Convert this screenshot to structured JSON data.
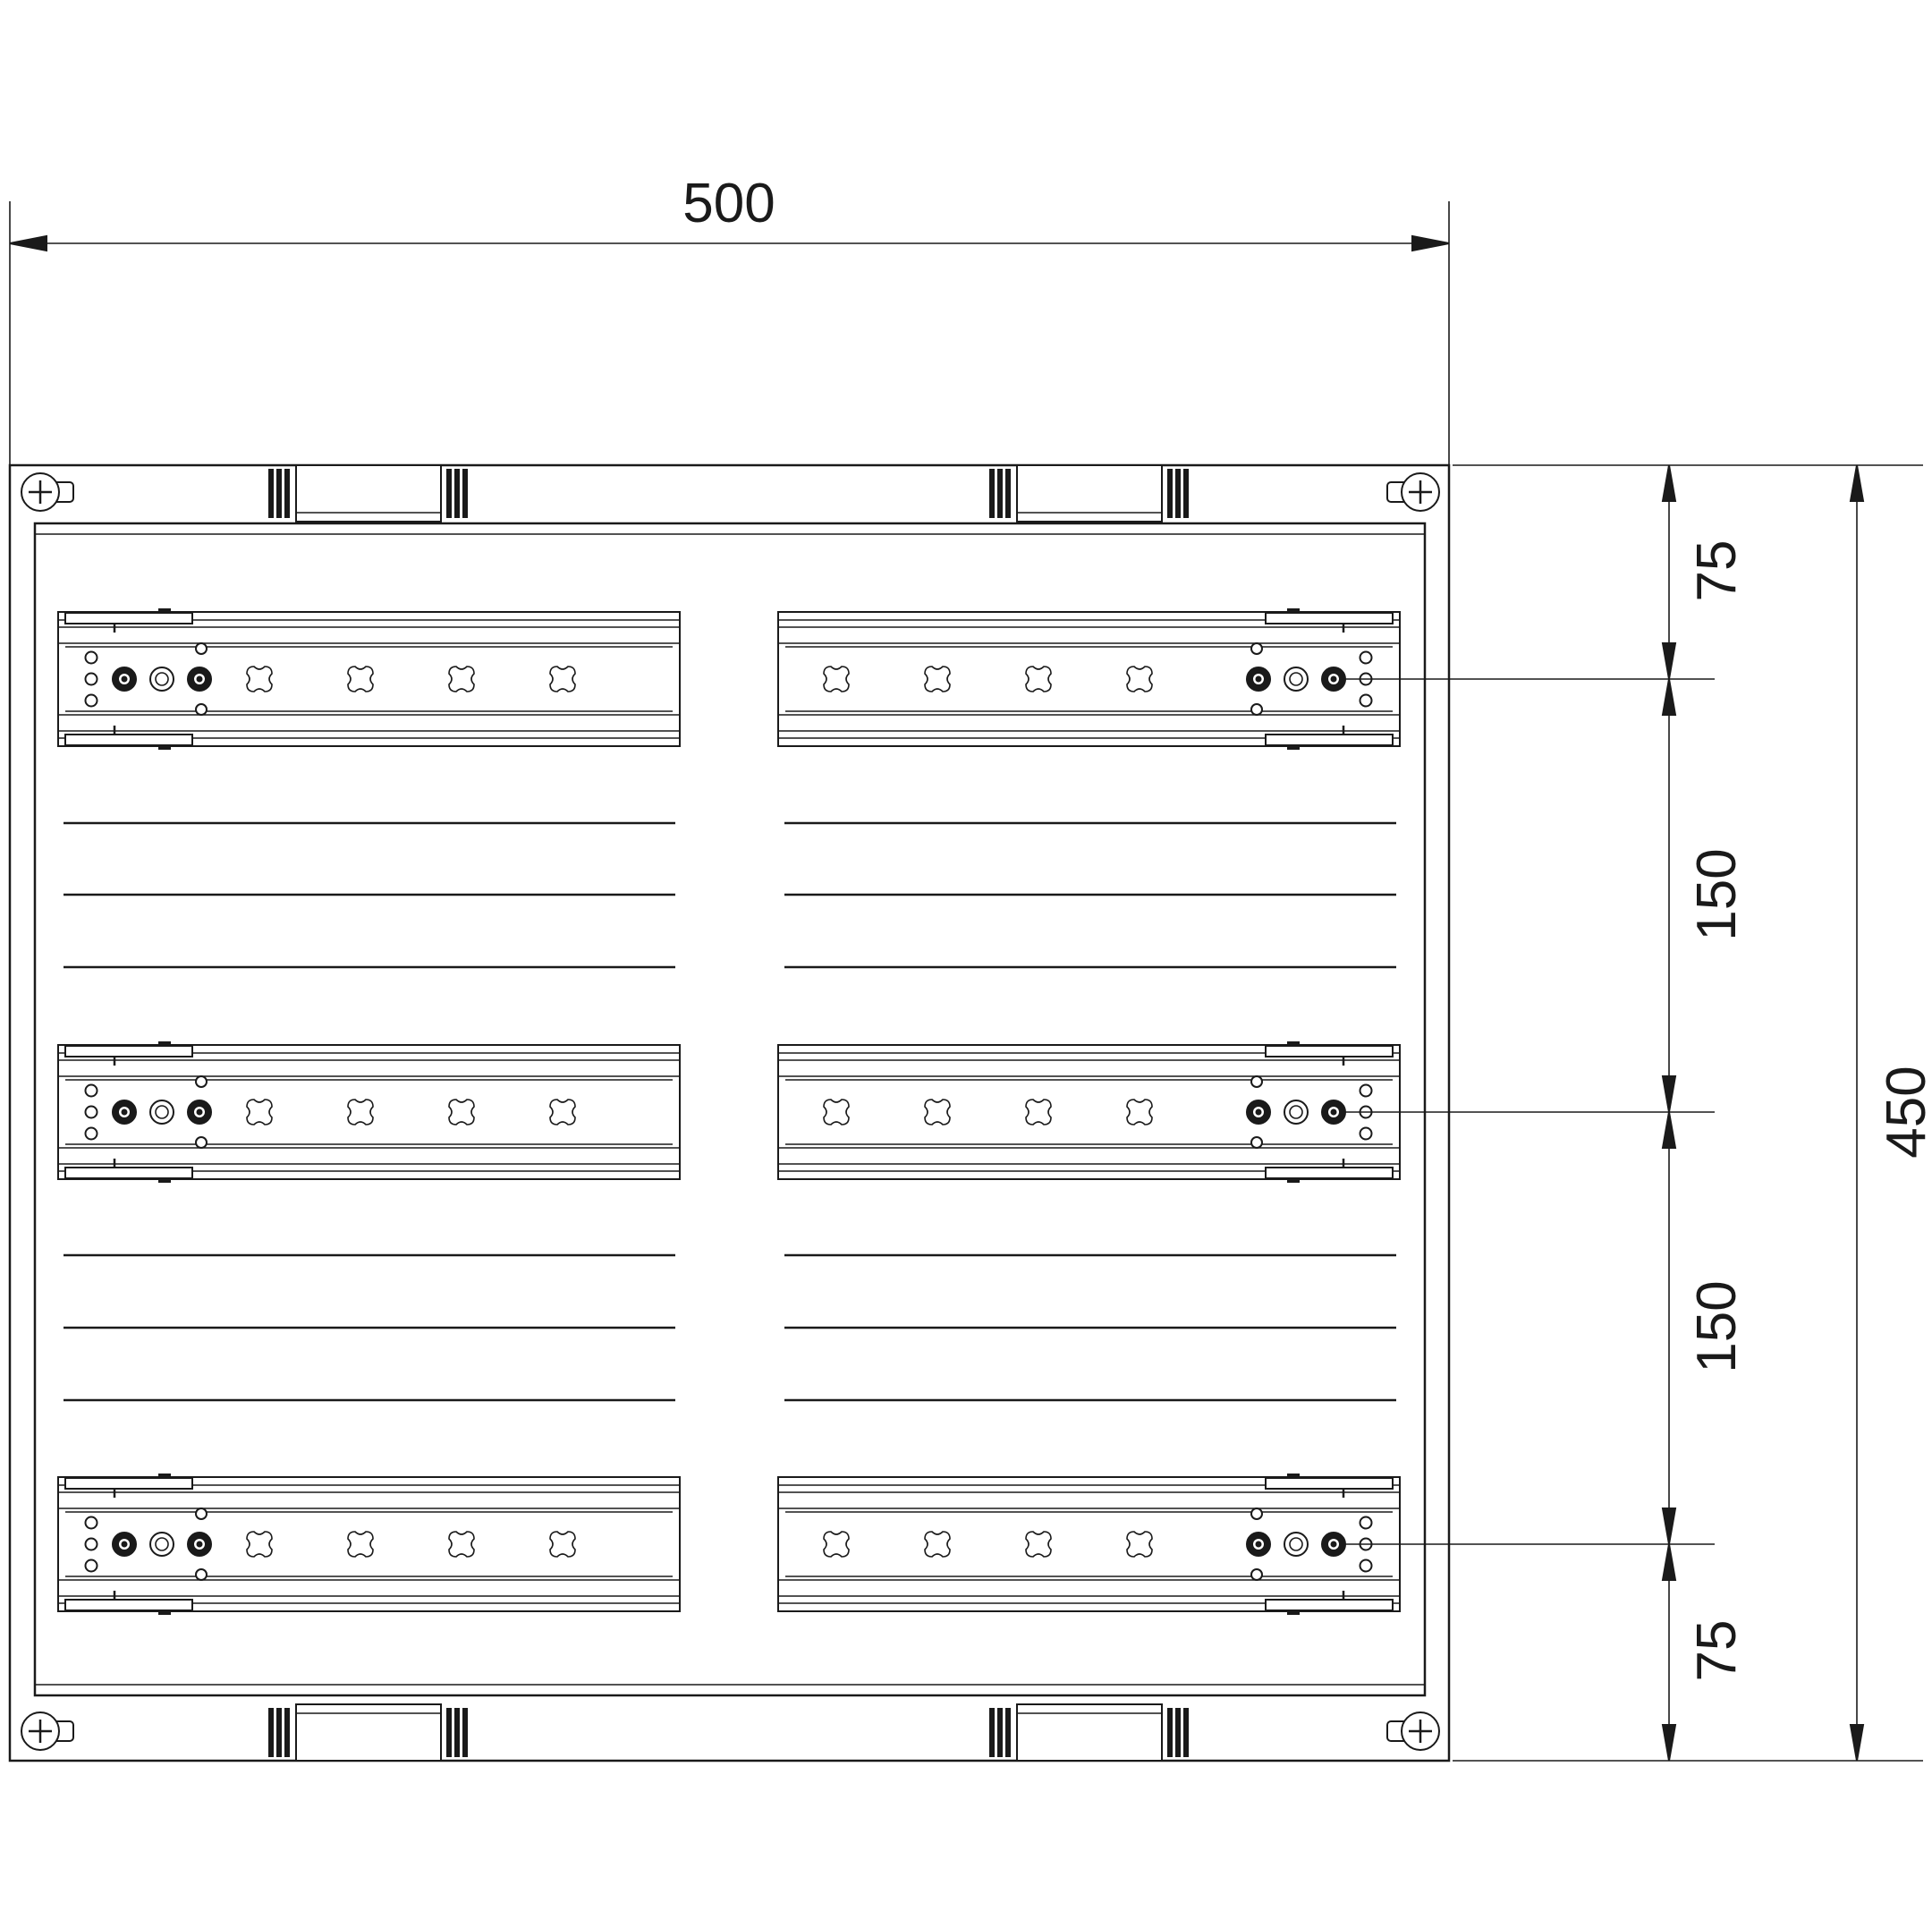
{
  "dimensions": {
    "width": "500",
    "height_total": "450",
    "segments": [
      "75",
      "150",
      "150",
      "75"
    ]
  },
  "colors": {
    "line": "#1a1a1a",
    "background": "#ffffff"
  },
  "layout": {
    "rows": 3,
    "columns": 2,
    "separator_lines_between_rows": 3
  }
}
